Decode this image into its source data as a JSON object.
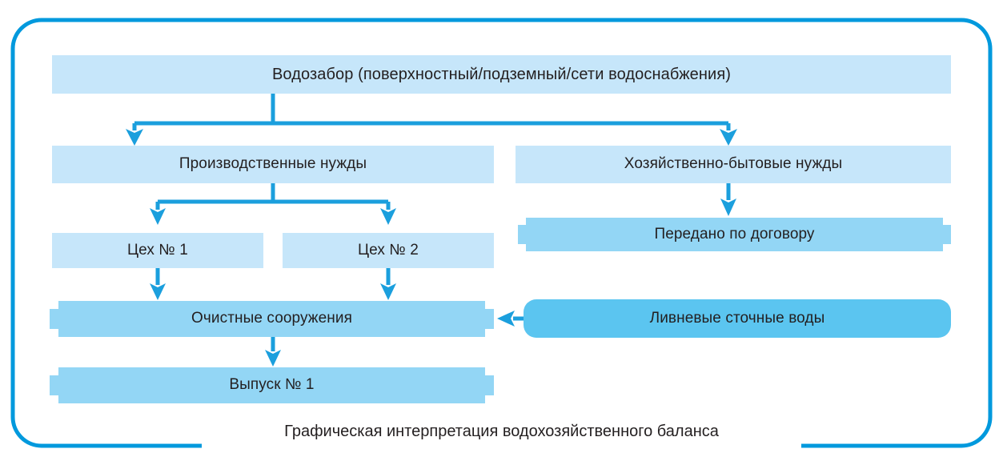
{
  "diagram": {
    "caption": "Графическая интерпретация водохозяйственного баланса",
    "colors": {
      "frame": "#0099dd",
      "connector": "#1b9fdd",
      "box_light": "#c6e6fa",
      "box_medium": "#93d6f5",
      "box_dark": "#5bc5f0",
      "text": "#231f20",
      "background": "#ffffff"
    },
    "nodes": [
      {
        "id": "intake",
        "label": "Водозабор (поверхностный/подземный/сети водоснабжения)",
        "shape": "rectangle",
        "fill": "light"
      },
      {
        "id": "production",
        "label": "Производственные нужды",
        "shape": "rectangle",
        "fill": "light"
      },
      {
        "id": "domestic",
        "label": "Хозяйственно-бытовые нужды",
        "shape": "rectangle",
        "fill": "light"
      },
      {
        "id": "shop-1",
        "label": "Цех № 1",
        "shape": "rectangle",
        "fill": "light"
      },
      {
        "id": "shop-2",
        "label": "Цех № 2",
        "shape": "rectangle",
        "fill": "light"
      },
      {
        "id": "contract-transfer",
        "label": "Передано по договору",
        "shape": "plaque",
        "fill": "medium"
      },
      {
        "id": "treatment-facilities",
        "label": "Очистные сооружения",
        "shape": "plaque",
        "fill": "medium"
      },
      {
        "id": "storm-water",
        "label": "Ливневые сточные воды",
        "shape": "rounded",
        "fill": "dark"
      },
      {
        "id": "outlet-1",
        "label": "Выпуск № 1",
        "shape": "plaque",
        "fill": "medium"
      }
    ],
    "edges": [
      {
        "from": "intake",
        "to": "production",
        "kind": "split-down"
      },
      {
        "from": "intake",
        "to": "domestic",
        "kind": "split-down"
      },
      {
        "from": "production",
        "to": "shop-1",
        "kind": "split-down"
      },
      {
        "from": "production",
        "to": "shop-2",
        "kind": "split-down"
      },
      {
        "from": "domestic",
        "to": "contract-transfer",
        "kind": "down"
      },
      {
        "from": "shop-1",
        "to": "treatment-facilities",
        "kind": "down"
      },
      {
        "from": "shop-2",
        "to": "treatment-facilities",
        "kind": "down"
      },
      {
        "from": "storm-water",
        "to": "treatment-facilities",
        "kind": "left"
      },
      {
        "from": "treatment-facilities",
        "to": "outlet-1",
        "kind": "down"
      }
    ]
  }
}
